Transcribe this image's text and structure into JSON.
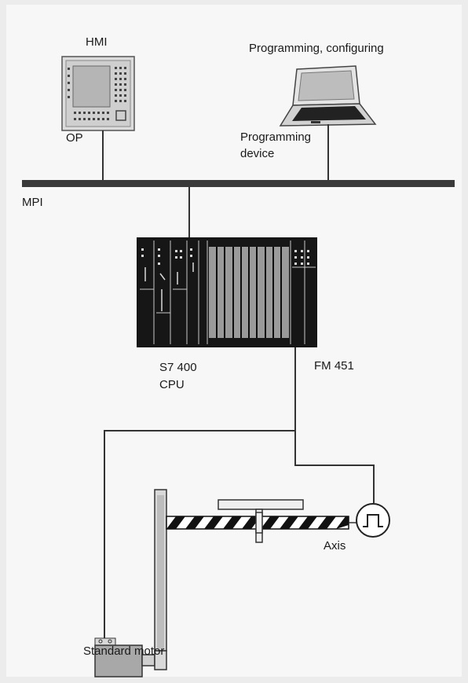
{
  "labels": {
    "hmi": "HMI",
    "op": "OP",
    "programming_configuring": "Programming, configuring",
    "programming_device": "Programming",
    "programming_device_2": "device",
    "mpi": "MPI",
    "s7_400": "S7 400",
    "cpu": "CPU",
    "fm451": "FM 451",
    "axis": "Axis",
    "standard_motor": "Standard motor"
  },
  "colors": {
    "background": "#ececec",
    "panel": "#f7f7f7",
    "line": "#333333",
    "bus": "#3a3a3a",
    "rack": "#161616",
    "module_grey": "#9a9a9a",
    "motor": "#a8a8a8"
  }
}
